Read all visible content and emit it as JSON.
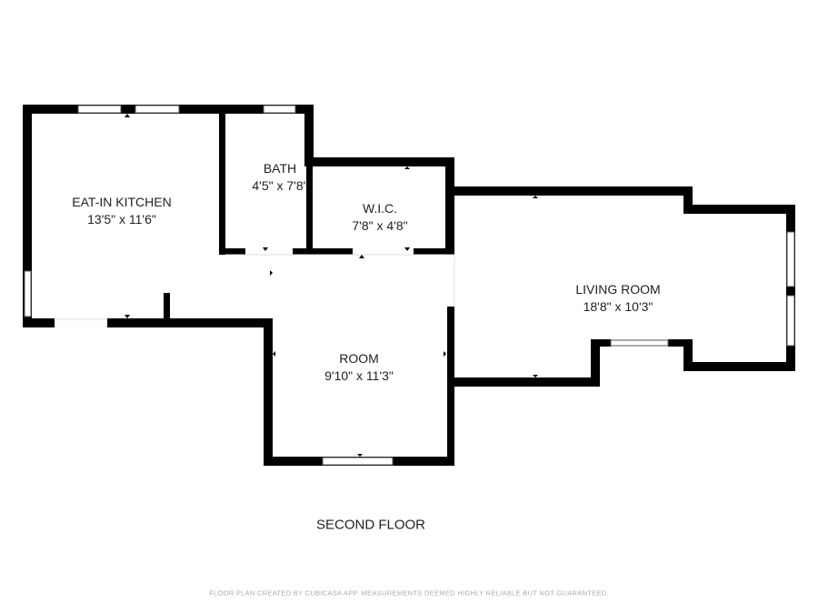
{
  "rooms": [
    {
      "name": "EAT-IN KITCHEN",
      "size": "13'5\" x 11'6\""
    },
    {
      "name": "BATH",
      "size": "4'5\" x 7'8\""
    },
    {
      "name": "W.I.C.",
      "size": "7'8\" x 4'8\""
    },
    {
      "name": "LIVING ROOM",
      "size": "18'8\" x 10'3\""
    },
    {
      "name": "ROOM",
      "size": "9'10\" x 11'3\""
    }
  ],
  "floor_label": "SECOND FLOOR",
  "footer": "FLOOR PLAN CREATED BY CUBICASA APP. MEASUREMENTS DEEMED HIGHLY RELIABLE BUT NOT GUARANTEED.",
  "colors": {
    "wall": "#000000",
    "window": "#ffffff",
    "text": "#222222",
    "footer": "#aaaaaa"
  }
}
